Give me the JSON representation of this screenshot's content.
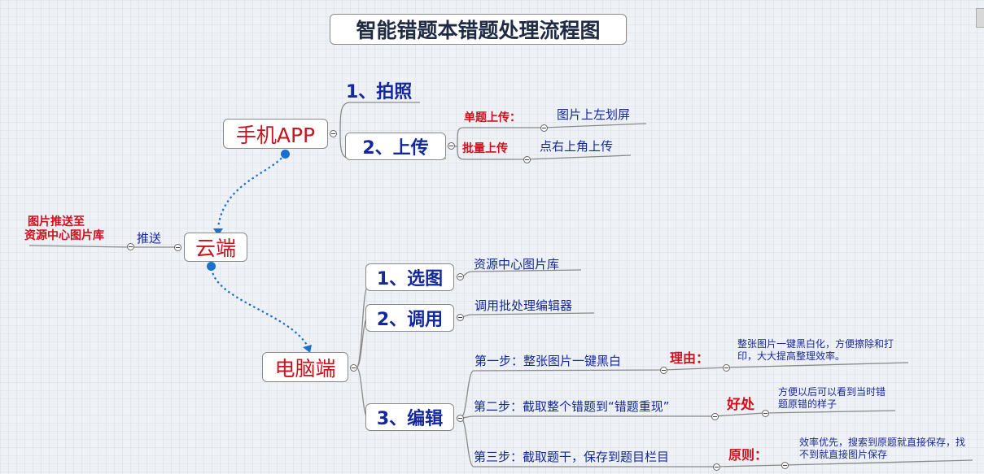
{
  "title": "智能错题本错题处理流程图",
  "nodes": {
    "phone_app": "手机APP",
    "photo": "1、拍照",
    "upload": "2、上传",
    "single_upload": "单题上传：",
    "single_upload_desc": "图片上左划屏",
    "batch_upload": "批量上传",
    "batch_upload_desc": "点右上角上传",
    "cloud": "云端",
    "push": "推送",
    "push_target_line1": "图片推送至",
    "push_target_line2": "资源中心图片库",
    "pc": "电脑端",
    "select_image": "1、选图",
    "select_image_desc": "资源中心图片库",
    "invoke": "2、调用",
    "invoke_desc": "调用批处理编辑器",
    "edit": "3、编辑",
    "step1": "第一步：整张图片一键黑白",
    "step1_label": "理由：",
    "step1_note": "整张图片一键黑白化，方便擦除和打印，大大提高整理效率。",
    "step2": "第二步：截取整个错题到“错题重现”",
    "step2_label": "好处",
    "step2_note": "方便以后可以看到当时错题原错的样子",
    "step3": "第三步：截取题干，保存到题目栏目",
    "step3_label": "原则：",
    "step3_note": "效率优先，搜索到原题就直接保存，找不到就直接图片保存"
  },
  "colors": {
    "line": "#8a8a8a",
    "arrow": "#1a6fcf",
    "red": "#c8141e",
    "blue": "#14289e"
  }
}
